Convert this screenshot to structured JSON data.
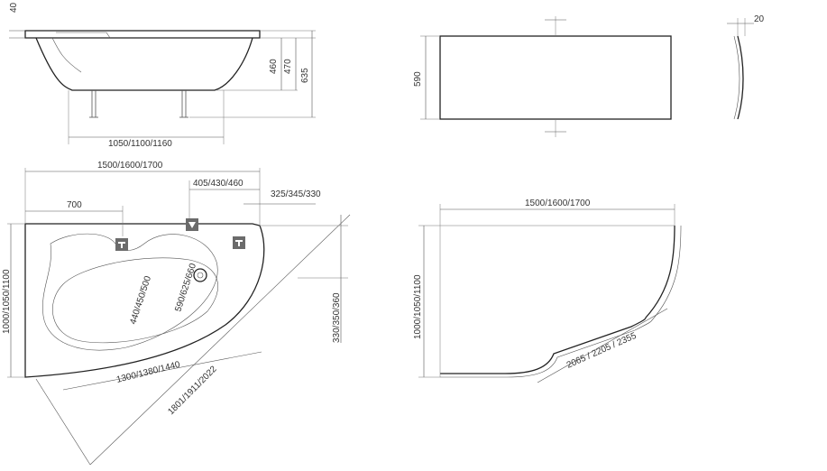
{
  "side_view": {
    "top_height": "40",
    "width_label": "1050/1100/1160",
    "height_1": "460",
    "height_2": "470",
    "height_3": "635"
  },
  "front_panel": {
    "height": "590"
  },
  "side_panel": {
    "depth": "20"
  },
  "plan_view": {
    "overall_length": "1500/1600/1700",
    "drain_offset": "405/430/460",
    "right_offset": "325/345/330",
    "left_offset": "700",
    "overall_width": "1000/1050/1100",
    "inner_length": "1300/1380/1440",
    "inner_width_1": "440/450/500",
    "inner_width_2": "590/625/660",
    "diagonal": "1801/1911/2022",
    "right_height": "330/350/360"
  },
  "panel_view": {
    "length": "1500/1600/1700",
    "width": "1000/1050/1100",
    "curve_length": "2065 / 2205 / 2355"
  },
  "icons": {
    "faucet_left": "faucet-icon",
    "faucet_right": "faucet-icon",
    "drain": "drain-overflow-icon"
  }
}
